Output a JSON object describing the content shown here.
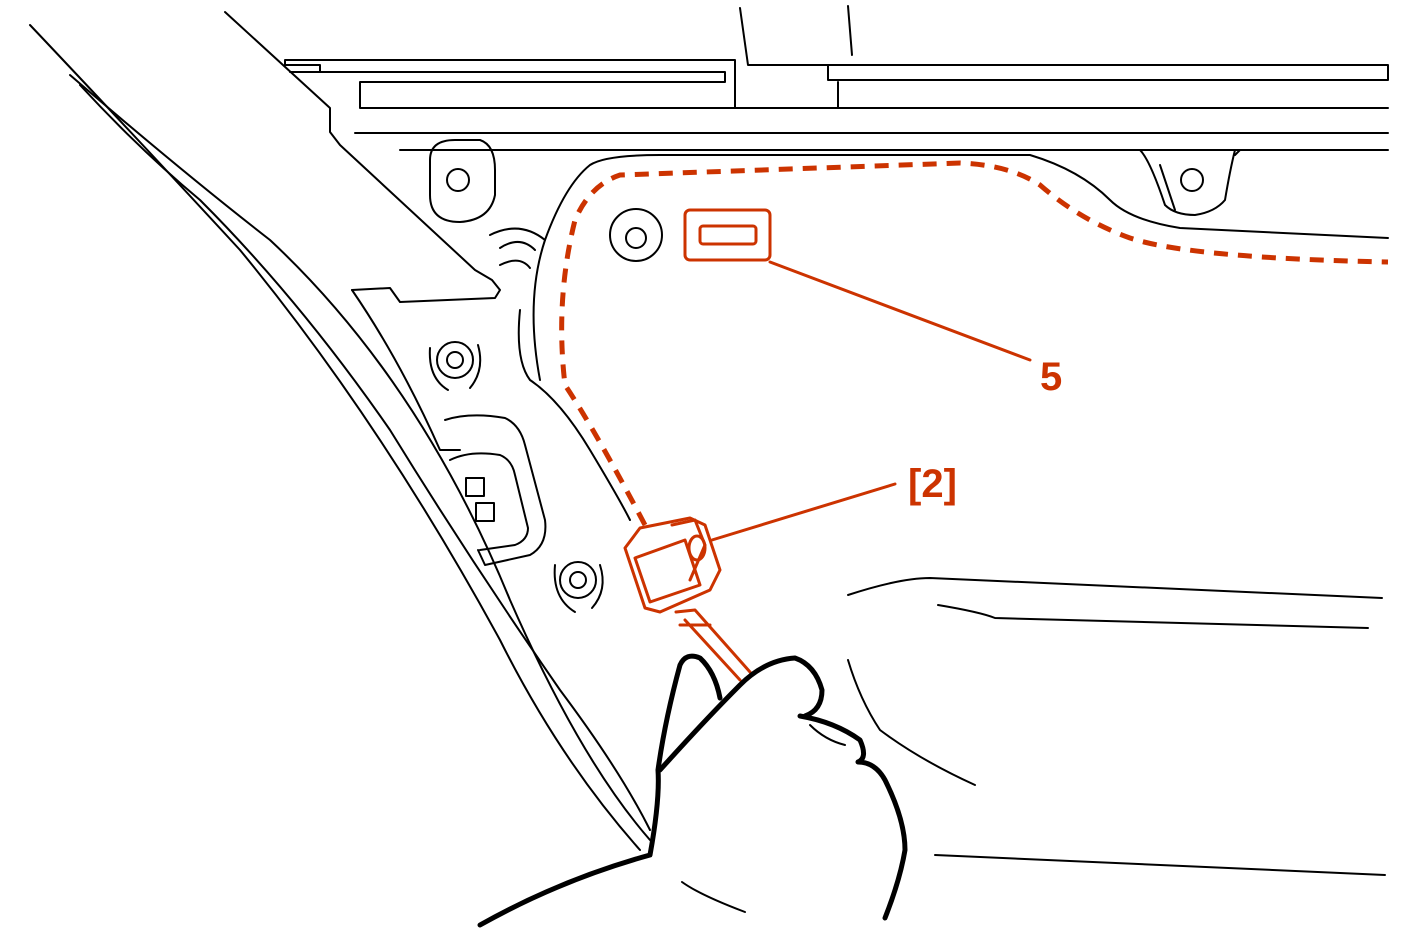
{
  "diagram": {
    "callouts": [
      {
        "id": "callout-5",
        "label": "5"
      },
      {
        "id": "callout-2",
        "label": "[2]"
      }
    ],
    "colors": {
      "highlight": "#cc3300",
      "line": "#000000",
      "background": "#ffffff"
    },
    "icons": [
      "hand-icon",
      "tool-icon",
      "clip-icon"
    ]
  }
}
